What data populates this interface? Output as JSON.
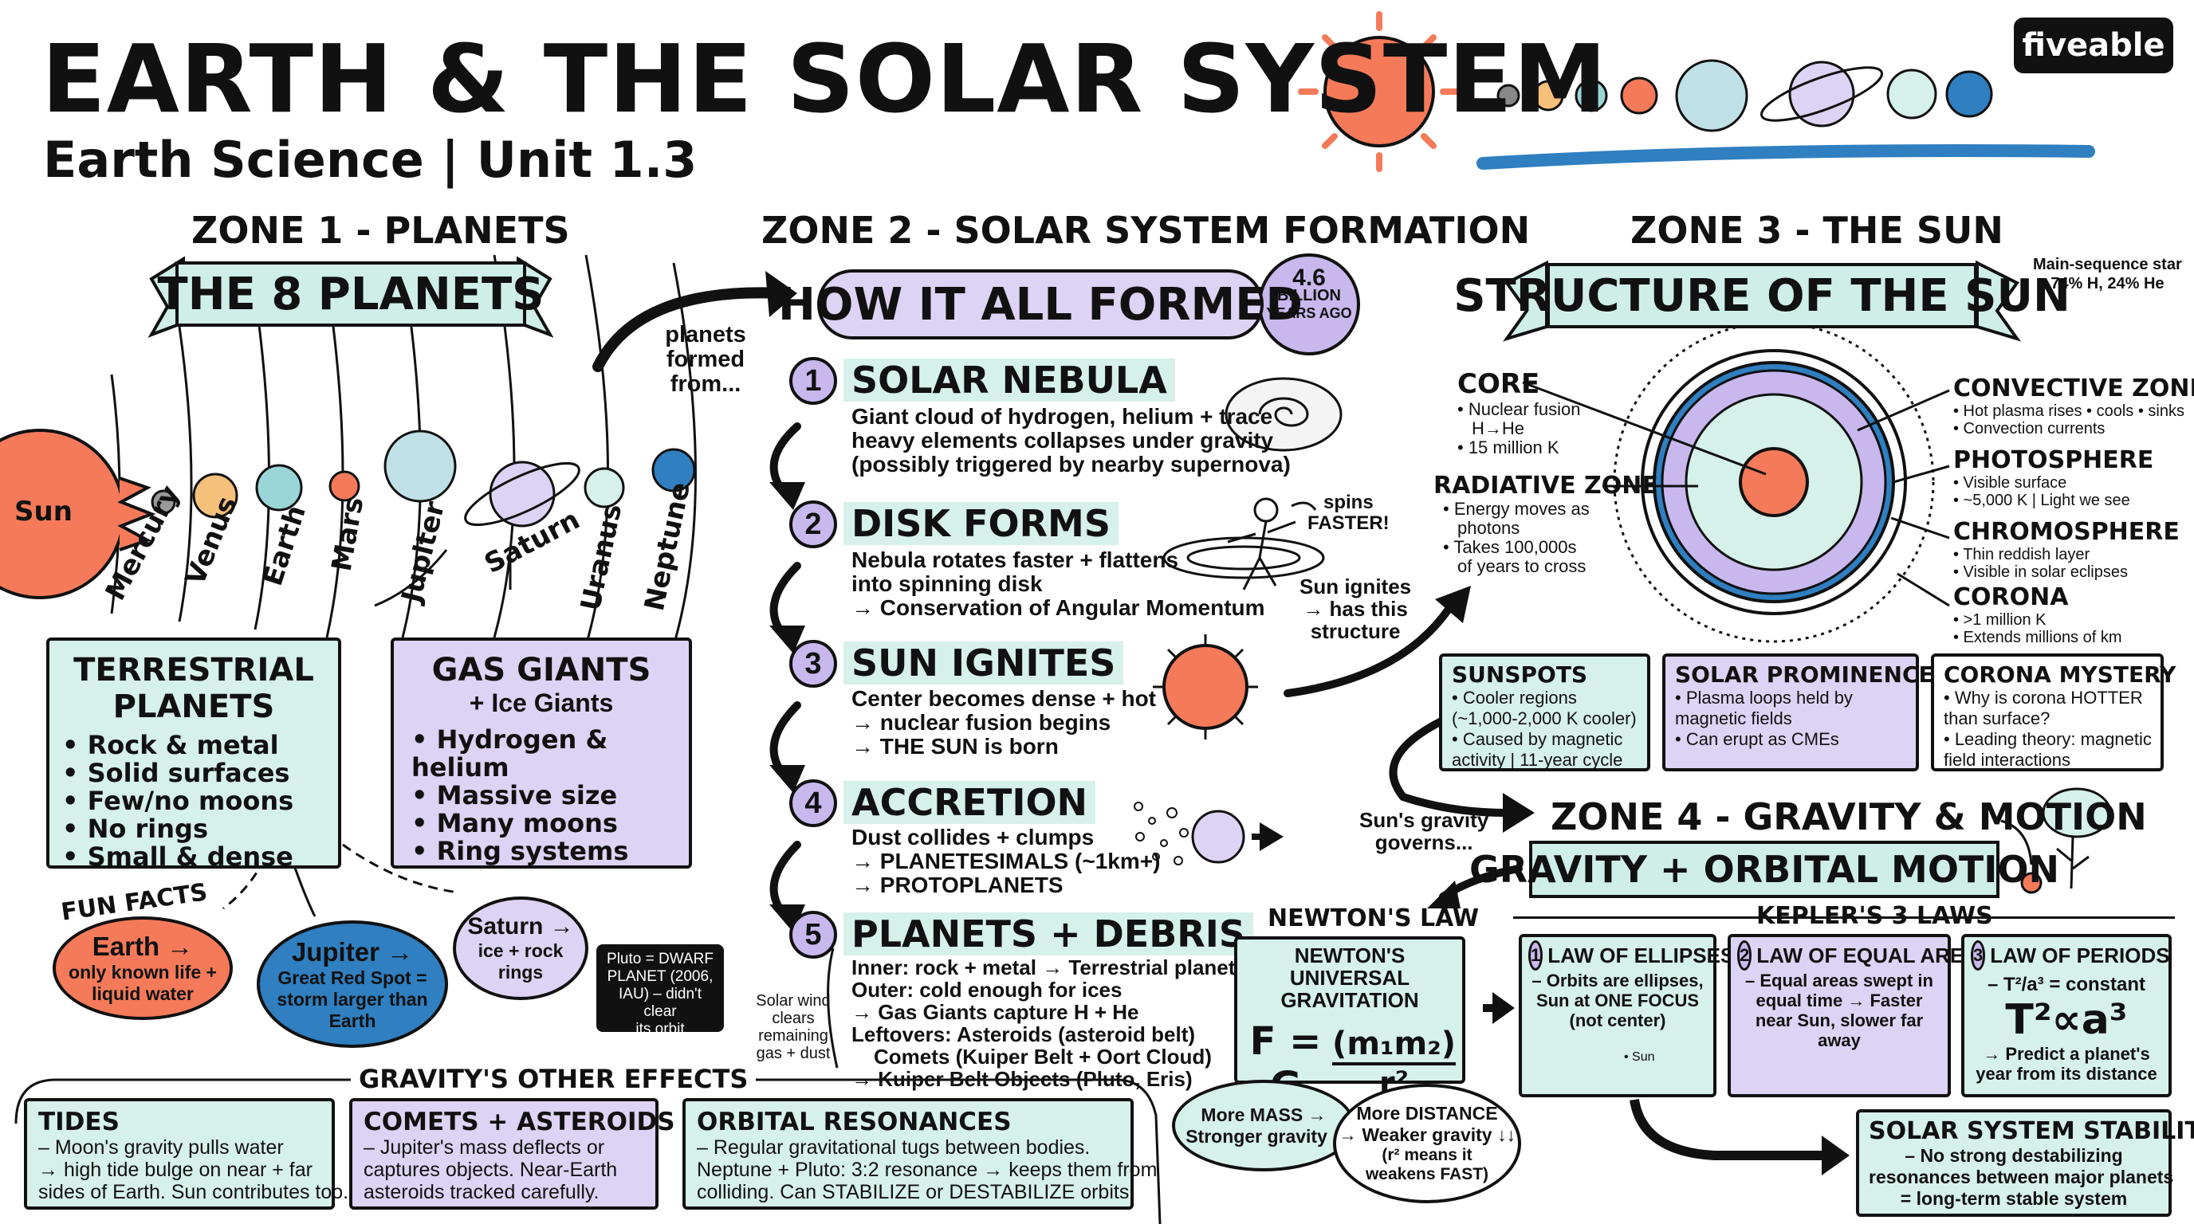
{
  "header": {
    "title": "EARTH & THE SOLAR SYSTEM",
    "subtitle": "Earth Science | Unit 1.3",
    "brand": "fiveable"
  },
  "zone1": {
    "zone_label": "ZONE 1 - PLANETS",
    "banner": "THE 8 PLANETS",
    "sun_label": "Sun",
    "planets": [
      "Mercury",
      "Venus",
      "Earth",
      "Mars",
      "Jupiter",
      "Saturn",
      "Uranus",
      "Neptune"
    ],
    "terrestrial": {
      "title": "TERRESTRIAL PLANETS",
      "items": [
        "Rock & metal",
        "Solid surfaces",
        "Few/no moons",
        "No rings",
        "Small & dense"
      ]
    },
    "gas_giants": {
      "title": "GAS GIANTS",
      "subtitle": "+ Ice Giants",
      "items": [
        "Hydrogen & helium",
        "Massive size",
        "Many moons",
        "Ring systems"
      ]
    },
    "fun_facts_label": "FUN FACTS",
    "fun_facts": {
      "earth": [
        "Earth →",
        "only known life +",
        "liquid water"
      ],
      "jupiter": [
        "Jupiter →",
        "Great Red Spot =",
        "storm larger than",
        "Earth"
      ],
      "saturn": [
        "Saturn →",
        "ice + rock",
        "rings"
      ],
      "pluto": [
        "Pluto = DWARF",
        "PLANET (2006,",
        "IAU) – didn't clear",
        "its orbit"
      ]
    },
    "arrow_note": [
      "planets",
      "formed",
      "from..."
    ]
  },
  "gravity_effects": {
    "label": "GRAVITY'S OTHER EFFECTS",
    "tides": {
      "title": "TIDES",
      "lines": [
        "– Moon's gravity pulls water",
        "→ high tide bulge on near + far",
        "sides of Earth. Sun contributes too."
      ]
    },
    "comets": {
      "title": "COMETS + ASTEROIDS",
      "lines": [
        "– Jupiter's mass deflects or",
        "captures objects. Near-Earth",
        "asteroids tracked carefully."
      ]
    },
    "resonances": {
      "title": "ORBITAL RESONANCES",
      "lines": [
        "– Regular gravitational tugs between bodies.",
        "Neptune + Pluto: 3:2 resonance → keeps them from",
        "colliding. Can STABILIZE or DESTABILIZE orbits."
      ]
    }
  },
  "zone2": {
    "zone_label": "ZONE 2 - SOLAR SYSTEM FORMATION",
    "banner": "HOW IT ALL FORMED",
    "age_badge": [
      "4.6",
      "BILLION",
      "YEARS AGO"
    ],
    "steps": [
      {
        "num": "1",
        "title": "SOLAR NEBULA",
        "lines": [
          "Giant cloud of hydrogen, helium + trace",
          "heavy elements collapses under gravity",
          "(possibly triggered by nearby supernova)"
        ]
      },
      {
        "num": "2",
        "title": "DISK FORMS",
        "lines": [
          "Nebula rotates faster + flattens",
          "into spinning disk",
          "→ Conservation of Angular Momentum"
        ]
      },
      {
        "num": "3",
        "title": "SUN IGNITES",
        "lines": [
          "Center becomes dense + hot",
          "→ nuclear fusion begins",
          "→ THE SUN is born"
        ]
      },
      {
        "num": "4",
        "title": "ACCRETION",
        "lines": [
          "Dust collides + clumps",
          "→ PLANETESIMALS (~1km+)",
          "→ PROTOPLANETS"
        ]
      },
      {
        "num": "5",
        "title": "PLANETS + DEBRIS",
        "lines": [
          "Inner: rock + metal → Terrestrial planets",
          "Outer: cold enough for ices",
          "→ Gas Giants capture H + He",
          "Leftovers: Asteroids (asteroid belt)",
          "Comets (Kuiper Belt + Oort Cloud)",
          "→ Kuiper Belt Objects (Pluto, Eris)"
        ]
      }
    ],
    "spins_note": [
      "spins",
      "FASTER!"
    ],
    "solar_wind_note": [
      "Solar wind",
      "clears",
      "remaining",
      "gas + dust"
    ],
    "ignite_note": [
      "Sun ignites",
      "→ has this",
      "structure"
    ]
  },
  "zone3": {
    "zone_label": "ZONE 3 - THE SUN",
    "banner": "STRUCTURE OF THE SUN",
    "corner_note": [
      "Main-sequence star",
      "74% H, 24% He"
    ],
    "layers_left": [
      {
        "name": "CORE",
        "lines": [
          "• Nuclear fusion",
          "H→He",
          "• 15 million K"
        ]
      },
      {
        "name": "RADIATIVE ZONE",
        "lines": [
          "• Energy moves as",
          "photons",
          "• Takes 100,000s",
          "of years to cross"
        ]
      }
    ],
    "layers_right": [
      {
        "name": "CONVECTIVE ZONE",
        "lines": [
          "• Hot plasma rises • cools • sinks",
          "• Convection currents"
        ]
      },
      {
        "name": "PHOTOSPHERE",
        "lines": [
          "• Visible surface",
          "• ~5,000 K | Light we see"
        ]
      },
      {
        "name": "CHROMOSPHERE",
        "lines": [
          "• Thin reddish layer",
          "• Visible in solar eclipses"
        ]
      },
      {
        "name": "CORONA",
        "lines": [
          "• >1 million K",
          "• Extends millions of km"
        ]
      }
    ],
    "cards": [
      {
        "title": "SUNSPOTS",
        "lines": [
          "• Cooler regions",
          "(~1,000-2,000 K cooler)",
          "• Caused by magnetic",
          "activity | 11-year cycle"
        ]
      },
      {
        "title": "SOLAR PROMINENCES",
        "lines": [
          "• Plasma loops held by",
          "magnetic fields",
          "• Can erupt as CMEs"
        ]
      },
      {
        "title": "CORONA MYSTERY",
        "lines": [
          "• Why is corona HOTTER",
          "than surface?",
          "• Leading theory: magnetic",
          "field interactions"
        ]
      }
    ],
    "governs_note": [
      "Sun's gravity",
      "governs..."
    ]
  },
  "zone4": {
    "zone_label": "ZONE 4 - GRAVITY & MOTION",
    "banner": "GRAVITY + ORBITAL MOTION",
    "newton_label": "NEWTON'S LAW",
    "newton_box_title": [
      "NEWTON'S UNIVERSAL",
      "GRAVITATION"
    ],
    "formula_lhs": "F = G",
    "formula_num": "(m₁m₂)",
    "formula_den": "r²",
    "bubble_mass": [
      "More MASS →",
      "Stronger gravity ↑"
    ],
    "bubble_distance": [
      "More DISTANCE",
      "→ Weaker gravity ↓↓",
      "(r² means it",
      "weakens FAST)"
    ],
    "kepler_label": "KEPLER'S 3 LAWS",
    "kepler": [
      {
        "num": "1",
        "title": "LAW OF ELLIPSES",
        "lines": [
          "– Orbits are ellipses,",
          "Sun at ONE FOCUS",
          "(not center)"
        ],
        "diagram_label": "• Sun"
      },
      {
        "num": "2",
        "title": "LAW OF EQUAL AREAS",
        "lines": [
          "– Equal areas swept in",
          "equal time → Faster",
          "near Sun, slower far away"
        ]
      },
      {
        "num": "3",
        "title": "LAW OF PERIODS",
        "lines": [
          "– T²/a³ = constant"
        ],
        "formula": "T²∝a³",
        "tail": [
          "→ Predict a planet's",
          "year from its distance"
        ]
      }
    ],
    "stability": {
      "title": "SOLAR SYSTEM STABILITY",
      "lines": [
        "– No strong destabilizing",
        "resonances between major planets",
        "= long-term stable system"
      ]
    }
  },
  "colors": {
    "sun": "#f47a5a",
    "mint": "#d6f0ea",
    "purple": "#ddd3f4",
    "blue": "#2f7fc1",
    "dark": "#111111"
  }
}
